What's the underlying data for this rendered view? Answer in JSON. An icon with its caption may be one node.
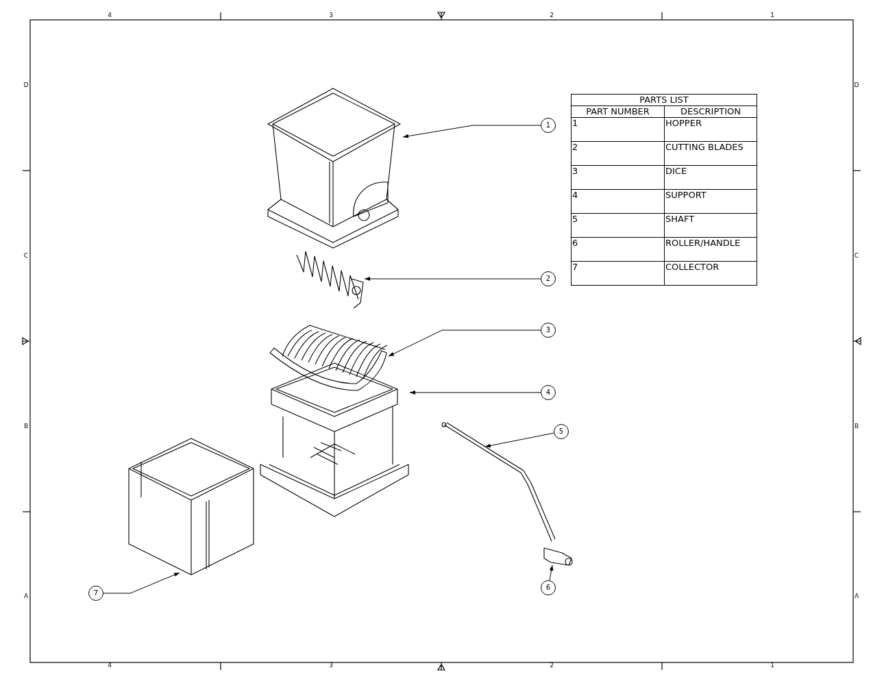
{
  "diagram": {
    "nodes": [
      {
        "text": [
          "1"
        ]
      },
      {
        "text": [
          "2"
        ]
      },
      {
        "text": [
          "3"
        ]
      },
      {
        "text": [
          "4"
        ]
      },
      {
        "text": [
          "5"
        ]
      },
      {
        "text": [
          "6"
        ]
      },
      {
        "text": [
          "7"
        ]
      },
      {
        "text": [],
        "shape": "picture"
      },
      {
        "text": [],
        "shape": "picture"
      },
      {
        "text": [],
        "shape": "picture"
      },
      {
        "text": [],
        "shape": "picture"
      },
      {
        "text": [],
        "shape": "picture"
      },
      {
        "text": [],
        "shape": "picture"
      },
      {
        "text": [],
        "shape": "picture"
      }
    ],
    "edges": [
      {
        "from": 0,
        "to": 7,
        "arrow": "to"
      },
      {
        "from": 1,
        "to": 8,
        "arrow": "to"
      },
      {
        "from": 2,
        "to": 9,
        "arrow": "to"
      },
      {
        "from": 3,
        "to": 10,
        "arrow": "to"
      },
      {
        "from": 4,
        "to": 11,
        "arrow": "to"
      },
      {
        "from": 5,
        "to": 12,
        "arrow": "to"
      },
      {
        "from": 6,
        "to": 13,
        "arrow": "to"
      }
    ],
    "labels": [
      "4",
      "3",
      "2",
      "1",
      "PARTS LIST",
      "PART NUMBER",
      "DESCRIPTION",
      "1",
      "HOPPER",
      "2",
      "CUTTING BLADES",
      "3",
      "DICE",
      "4",
      "SUPPORT",
      "5",
      "SHAFT",
      "6",
      "ROLLER/HANDLE",
      "7",
      "COLLECTOR",
      "D",
      "D",
      "C",
      "C",
      "B",
      "B",
      "A",
      "A",
      "4",
      "3",
      "2",
      "1"
    ]
  }
}
